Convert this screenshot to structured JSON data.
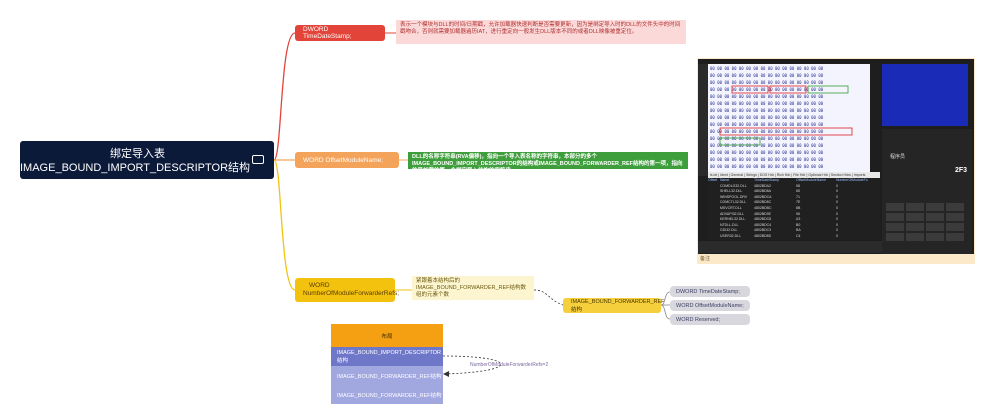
{
  "root": {
    "title_cn": "绑定导入表",
    "title_en": "IMAGE_BOUND_IMPORT_DESCRIPTOR结构"
  },
  "fields": [
    {
      "label": "DWORD    TimeDateStamp;",
      "note": "表示一个模块与DLL的时间/日期戳，允许加载器快速判断是否需要更新，因为是绑定导入时的DLL的文件头中的时间戳吻合，否则就需要加载器遍历IAT，进行重定向一般发生DLL版本不同的或者DLL映像被重定位。"
    },
    {
      "label": "WORD    OffsetModuleName;",
      "note": "DLL的名称字符串(RVA偏移)，指向一个导入表名称的字符串，本部分的多个IMAGE_BOUND_IMPORT_DESCRIPTOR的结构或IMAGE_BOUND_FORWARDER_REF结构的第一项，指向的是加载的第一个绑定导入结构的字符串"
    },
    {
      "label_line1": "WORD",
      "label_line2": "NumberOfModuleForwarderRefs;",
      "note": "紧跟着本结构后的IMAGE_BOUND_FORWARDER_REF结构数组的元素个数"
    }
  ],
  "forwarder": {
    "label": "IMAGE_BOUND_FORWARDER_REF结构",
    "members": [
      "DWORD    TimeDateStamp;",
      "WORD    OffsetModuleName;",
      "WORD    Reserved;"
    ]
  },
  "table": {
    "header": "布局",
    "rows": [
      "IMAGE_BOUND_IMPORT_DESCRIPTOR结构",
      "IMAGE_BOUND_FORWARDER_REF结构",
      "IMAGE_BOUND_FORWARDER_REF结构"
    ],
    "edge_label": "NumberOfModuleForwarderRefs=2"
  },
  "screenshot": {
    "caption": "备注",
    "calc_title": "程序员",
    "calc_display": "2F3",
    "tab_bar": "ls.txt | Ident | General | Strings | DOS Hdr | Rich Hdr | File Hdr | Optional Hdr | Section Hdrs | Imports",
    "table_columns": [
      "Offset",
      "Name",
      "TimeDateStamp",
      "OffsetModuleName",
      "NumberOfModuleFo"
    ],
    "table_rows": [
      [
        "",
        "COMDLG32.DLL",
        "4802BDA2",
        "58",
        "0"
      ],
      [
        "",
        "SHELL32.DLL",
        "4802BD8A",
        "65",
        "0"
      ],
      [
        "",
        "WINSPOOL.DRV",
        "4802BDCA",
        "71",
        "0"
      ],
      [
        "",
        "COMCTL32.DLL",
        "4802BD8C",
        "7E",
        "0"
      ],
      [
        "",
        "MSVCRT.DLL",
        "4802BDBC",
        "8B",
        "0"
      ],
      [
        "",
        "ADVAPI32.DLL",
        "4802BD9E",
        "96",
        "0"
      ],
      [
        "",
        "KERNEL32.DLL",
        "4802BDC8",
        "A3",
        "0"
      ],
      [
        "",
        "NTDLL.DLL",
        "4802BDC4",
        "B0",
        "0"
      ],
      [
        "",
        "GDI32.DLL",
        "4802BDC3",
        "BA",
        "0"
      ],
      [
        "",
        "USER32.DLL",
        "4802BD8D",
        "C4",
        "0"
      ]
    ]
  },
  "colors": {
    "root": "#0c1a3a",
    "branch_red": "#e2443a",
    "branch_orange": "#f4a35a",
    "branch_yellow": "#f2c20f",
    "note_green": "#3e9e3c",
    "table_header": "#f59f12",
    "table_row_active": "#6f77c8",
    "table_row": "#a1a7df"
  }
}
